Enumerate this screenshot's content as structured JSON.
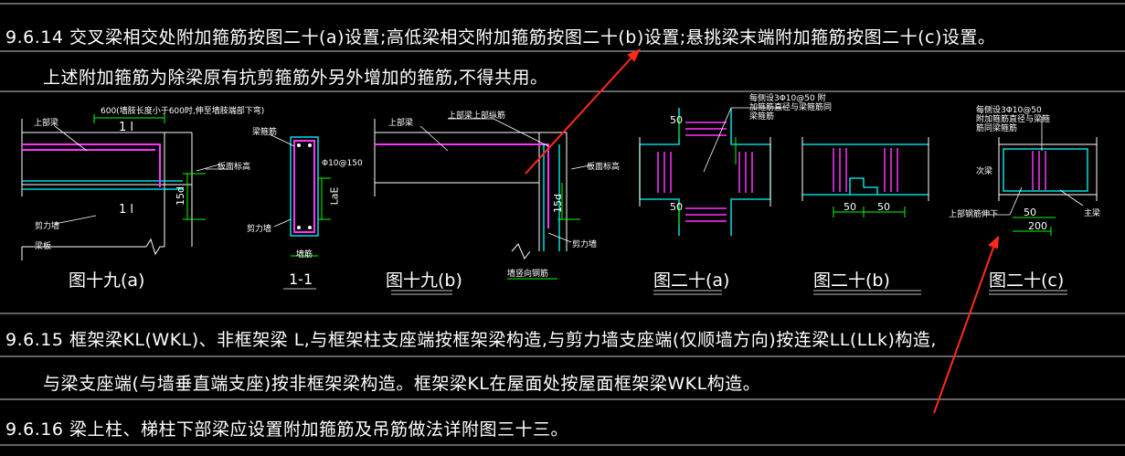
{
  "paragraphs": {
    "p1": "9.6.14  交叉梁相交处附加箍筋按图二十(a)设置;高低梁相交附加箍筋按图二十(b)设置;悬挑梁末端附加箍筋按图二十(c)设置。",
    "p1b": "上述附加箍筋为除梁原有抗剪箍筋外另外增加的箍筋,不得共用。",
    "p2": "9.6.15  框架梁KL(WKL)、非框架梁 L,与框架柱支座端按框架梁构造,与剪力墙支座端(仅顺墙方向)按连梁LL(LLk)构造,",
    "p2b": "与梁支座端(与墙垂直端支座)按非框架梁构造。框架梁KL在屋面处按屋面框架梁WKL构造。",
    "p3": "9.6.16  梁上柱、梯柱下部梁应设置附加箍筋及吊筋做法详附图三十三。"
  },
  "figures": {
    "f19a": {
      "caption": "图十九(a)",
      "note": "600(墙肢长度小于600时,伸至墙肢端部下弯)",
      "upper": "上部梁",
      "slab": "板面标高",
      "wall": "剪力墙",
      "beam": "梁板",
      "ll_top": "1 l",
      "ll_bot": "1 l",
      "d15": "15d"
    },
    "f11": {
      "caption": "1-1",
      "stirrup": "梁箍筋",
      "rebar": "Φ10@150",
      "wall": "剪力墙",
      "lae": "LaE",
      "bot": "墙筋"
    },
    "f19b": {
      "caption": "图十九(b)",
      "upper": "上部梁",
      "upper2": "上部梁上部纵筋",
      "slab": "板面标高",
      "wall": "剪力墙",
      "foot": "墙竖向钢筋",
      "d15": "15d"
    },
    "f20a": {
      "caption": "图二十(a)",
      "note": "每侧设3Φ10@50 附加箍筋直径与梁箍筋同梁箍筋",
      "d50": "50"
    },
    "f20b": {
      "caption": "图二十(b)",
      "d50": "50"
    },
    "f20c": {
      "caption": "图二十(c)",
      "note": "每侧设3Φ10@50 附加箍筋直径与梁箍筋同梁箍筋",
      "left": "次梁",
      "right": "主梁",
      "bottom": "上部钢筋伸下",
      "d50": "50",
      "d200": "200"
    }
  },
  "colors": {
    "line": "#00ffff",
    "rebar": "#ff33ff",
    "dim": "#00ff00",
    "text": "#ffffff",
    "arrow": "#ff2a1a"
  }
}
